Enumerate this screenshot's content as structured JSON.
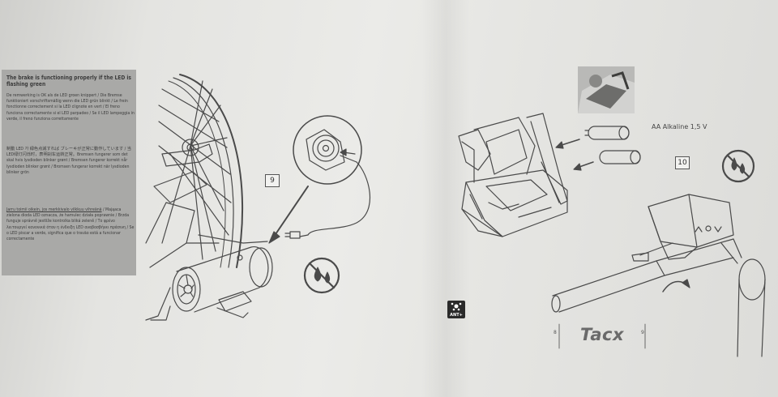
{
  "left_page": {
    "title": "The brake is functioning properly if the LED is flashing green",
    "para_1": "De remwerking is OK als de LED groen knippert / Die Bremse funktioniert vorschriftsmäßig wenn die LED grün blinkt / Le frein fonctionne correctement si la LED clignote en vert / El freno funciona correctamente si el LED parpadeo / Se il LED lampeggia in verde, il freno funziona correttamente",
    "para_2": "制動 LED 가 緑色点滅すれば ブレーキが正常に動作しています / 当LED绿灯闪烁时，表明刹车运转正常。Bremsen fungerer som det skal hvis lysdioden blinker grønt / Bremsen fungerer korrekt når lysdioden blinker grønt / Bromsen fungerar korrekt när lysdioden blinker grön",
    "para_3_underlined": "Jarru toimii oikein, jos merkkivalo vilkkuu vihreänä",
    "para_3": "/ Mająaca zielona dioda LED oznacza, że hamulec działa poprawnie / Brzda funguje správně jestliže kontrolka bliká zeleně / Το φρένο λειτουργεί κανονικά όταν η ένδειξη LED αναβοσβήνει πράσινη / Se o LED piscar a verde, significa que o travão está a funcionar correctamente",
    "step_label": "9"
  },
  "right_page": {
    "step_label": "10",
    "battery_label": "AA Alkaline 1,5 V",
    "ant_label": "ANT+",
    "brand": "Tacx",
    "page_left": "8",
    "page_right": "9"
  },
  "icons": [
    "no-water-icon",
    "no-water-icon",
    "ant-plus-icon"
  ]
}
